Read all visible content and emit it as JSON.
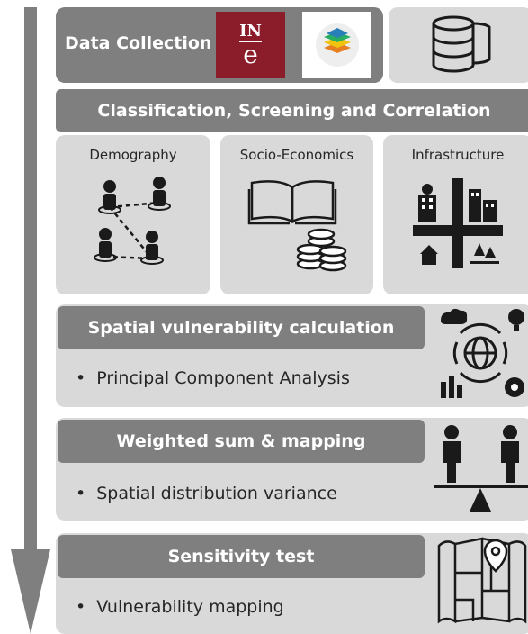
{
  "header": {
    "title": "Data Collection"
  },
  "logos": {
    "ine": {
      "top": "IN",
      "bottom": "e"
    }
  },
  "classification": {
    "title": "Classification, Screening and Correlation",
    "categories": [
      {
        "label": "Demography"
      },
      {
        "label": "Socio-Economics"
      },
      {
        "label": "Infrastructure"
      }
    ]
  },
  "steps": [
    {
      "title": "Spatial vulnerability calculation",
      "bullet": "Principal Component Analysis"
    },
    {
      "title": "Weighted sum & mapping",
      "bullet": "Spatial distribution variance"
    },
    {
      "title": "Sensitivity test",
      "bullet": "Vulnerability mapping"
    }
  ],
  "bullet_symbol": "•",
  "colors": {
    "panel": "#d9d9d9",
    "bar": "#7f7f7f",
    "icon": "#1a1a1a",
    "ine_red": "#8b1d2b"
  }
}
